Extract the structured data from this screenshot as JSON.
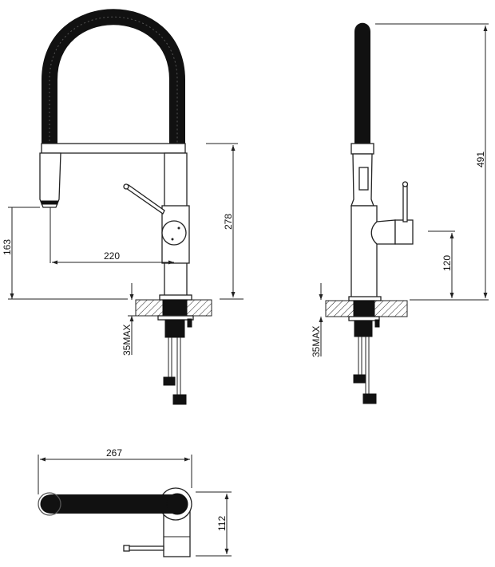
{
  "dimensions": {
    "front_spout_height": "163",
    "front_reach": "220",
    "front_body_height": "278",
    "front_deck_thickness": "35MAX",
    "side_total_height": "491",
    "side_handle_height": "120",
    "side_deck_thickness": "35MAX",
    "top_length": "267",
    "top_depth": "112"
  },
  "colors": {
    "line": "#222222",
    "hose": "#111111",
    "background": "#ffffff"
  }
}
